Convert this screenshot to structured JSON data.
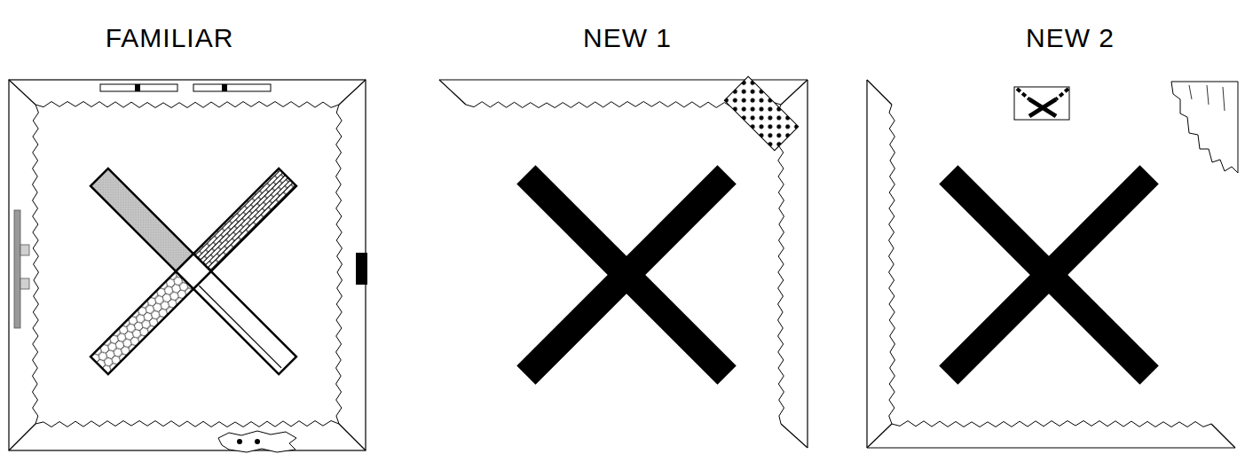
{
  "diagram": {
    "labels": [
      "FAMILIAR",
      "NEW 1",
      "NEW 2"
    ]
  }
}
